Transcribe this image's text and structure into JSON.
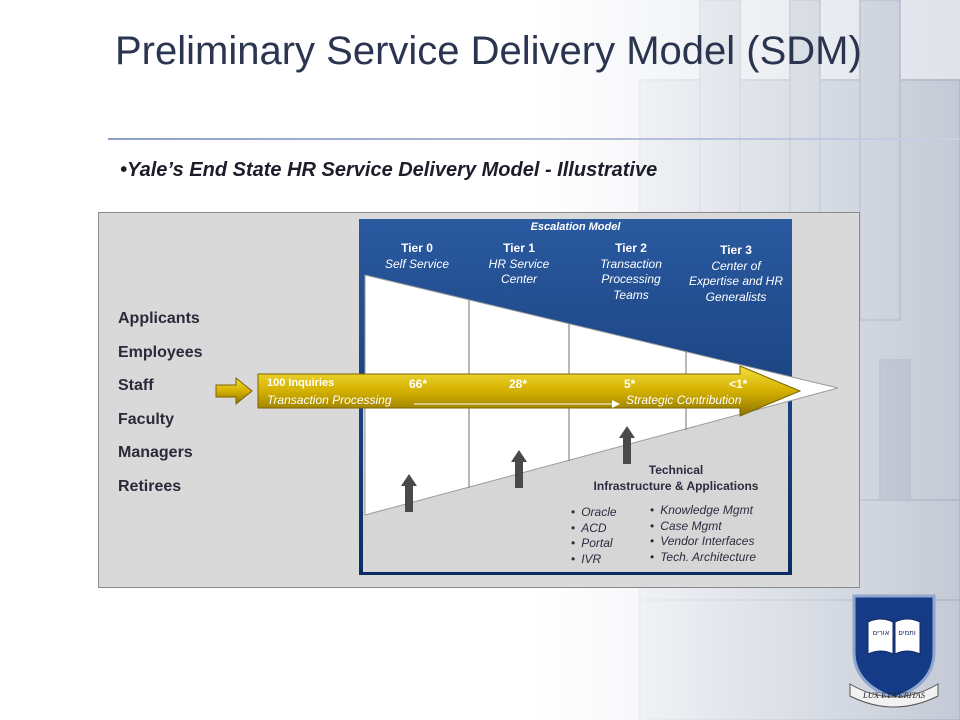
{
  "slide": {
    "title": "Preliminary Service Delivery Model (SDM)",
    "subtitle": "•Yale’s End State HR Service Delivery Model - Illustrative"
  },
  "diagram": {
    "escalation_title": "Escalation Model",
    "users": [
      "Applicants",
      "Employees",
      "Staff",
      "Faculty",
      "Managers",
      "Retirees"
    ],
    "tiers": [
      {
        "name": "Tier 0",
        "desc": "Self Service",
        "share": "66*"
      },
      {
        "name": "Tier 1",
        "desc": "HR Service Center",
        "share": "28*"
      },
      {
        "name": "Tier 2",
        "desc": "Transaction Processing Teams",
        "share": "5*"
      },
      {
        "name": "Tier 3",
        "desc": "Center of Expertise and HR Generalists",
        "share": "<1*"
      }
    ],
    "arrow": {
      "inquiries": "100 Inquiries",
      "from_label": "Transaction Processing",
      "to_label": "Strategic Contribution"
    },
    "technical": {
      "title_line1": "Technical",
      "title_line2": "Infrastructure  & Applications",
      "list_left": [
        "Oracle",
        "ACD",
        "Portal",
        "IVR"
      ],
      "list_right": [
        "Knowledge Mgmt",
        "Case Mgmt",
        "Vendor Interfaces",
        "Tech. Architecture"
      ]
    }
  },
  "crest": {
    "motto": "LUX ET VERITAS",
    "book_text_left": "אורים",
    "book_text_right": "ותמים"
  },
  "colors": {
    "title": "#2b3550",
    "escalation_top": "#1d4a8c",
    "escalation_bottom": "#0f2f68",
    "arrow_gold": "#d4b000",
    "crest_blue": "#163b86"
  }
}
